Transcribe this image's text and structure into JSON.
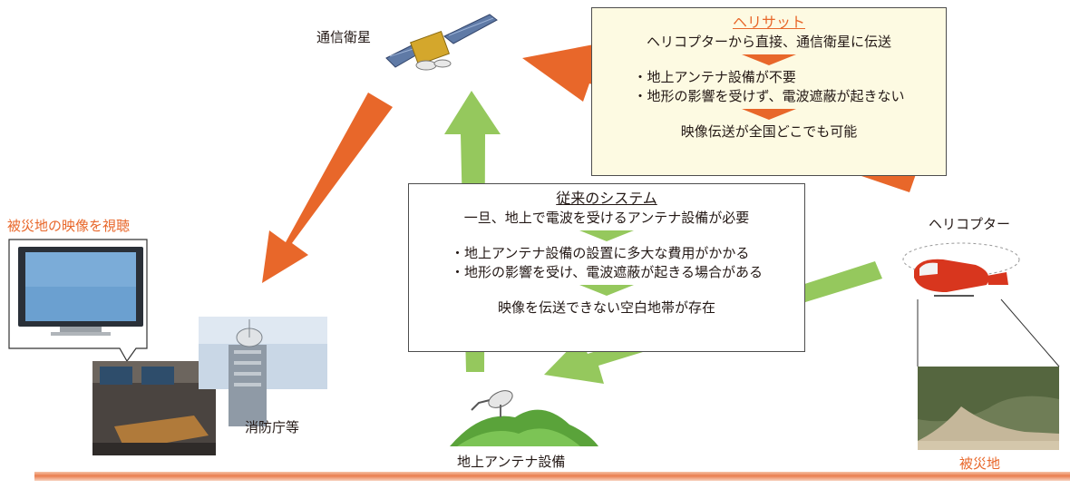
{
  "labels": {
    "satellite": "通信衛星",
    "viewing": "被災地の映像を視聴",
    "fire_agency": "消防庁等",
    "ground_antenna": "地上アンテナ設備",
    "helicopter": "ヘリコプター",
    "disaster_area": "被災地"
  },
  "heli_box": {
    "title": "ヘリサット",
    "line1": "ヘリコプターから直接、通信衛星に伝送",
    "bullet1": "・地上アンテナ設備が不要",
    "bullet2": "・地形の影響を受けず、電波遮蔽が起きない",
    "conclusion": "映像伝送が全国どこでも可能"
  },
  "legacy_box": {
    "title": "従来のシステム",
    "line1": "一旦、地上で電波を受けるアンテナ設備が必要",
    "bullet1": "・地上アンテナ設備の設置に多大な費用がかかる",
    "bullet2": "・地形の影響を受け、電波遮蔽が起きる場合がある",
    "conclusion": "映像を伝送できない空白地帯が存在"
  },
  "colors": {
    "orange_arrow": "#e8672a",
    "green_arrow": "#95c85d",
    "heli_box_bg": "#fdfae2"
  }
}
